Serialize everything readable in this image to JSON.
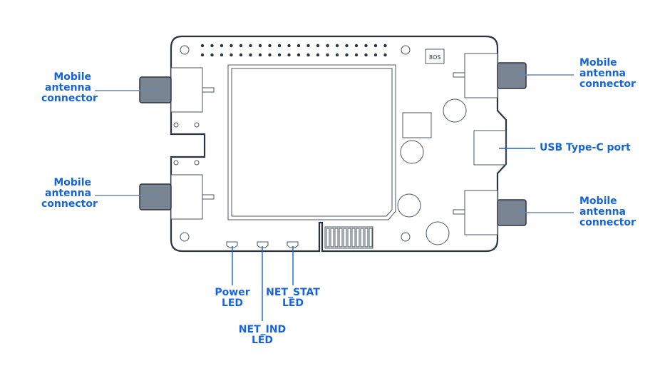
{
  "title": "Board connector and LED layout",
  "colors": {
    "label": "#1565d8",
    "outline": "#2a3441"
  },
  "labels": {
    "ant_left_top": [
      "Mobile",
      "antenna",
      "connector"
    ],
    "ant_left_bottom": [
      "Mobile",
      "antenna",
      "connector"
    ],
    "ant_right_top": [
      "Mobile",
      "antenna",
      "connector"
    ],
    "ant_right_bottom": [
      "Mobile",
      "antenna",
      "connector"
    ],
    "usb": "USB Type-C port",
    "power_led": [
      "Power",
      "LED"
    ],
    "net_ind_led": [
      "NET_IND",
      "LED"
    ],
    "net_stat_led": [
      "NET_STAT",
      "LED"
    ],
    "chip_marking": "8OS"
  }
}
